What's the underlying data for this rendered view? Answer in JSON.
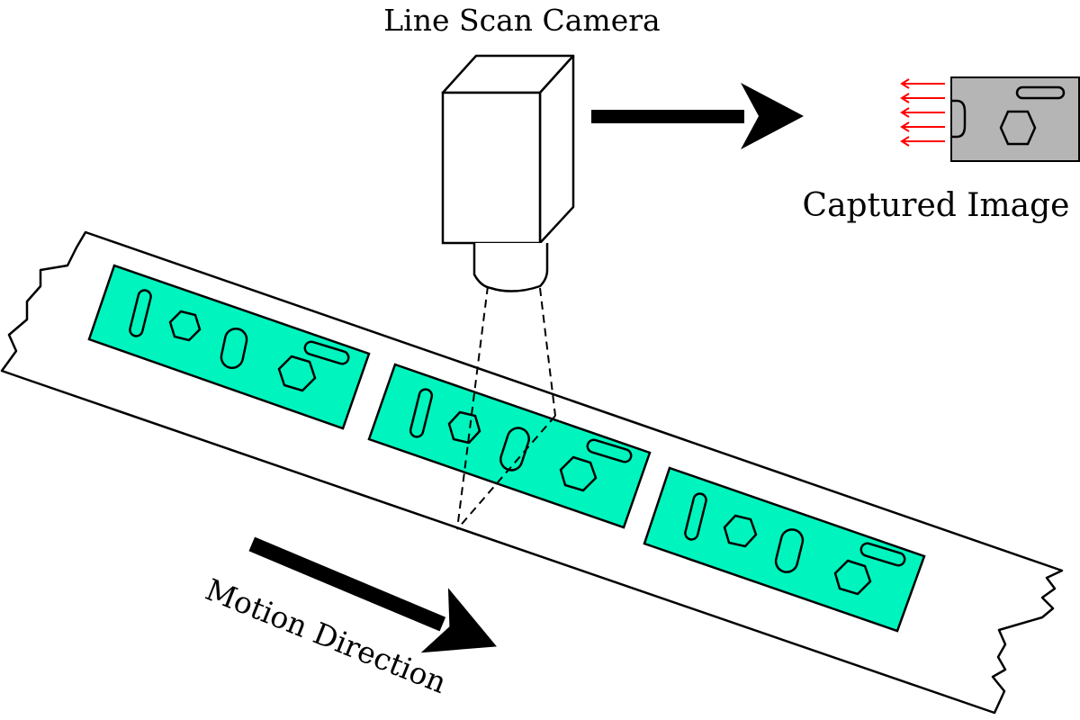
{
  "labels": {
    "camera": "Line Scan Camera",
    "captured": "Captured Image",
    "motion": "Motion Direction"
  },
  "colors": {
    "part_fill": "#00f5be",
    "captured_fill": "#b5b5b5",
    "scan_arrows": "#ff0000",
    "ink": "#000000",
    "background": "#ffffff"
  },
  "parts": [
    {
      "name": "part-1",
      "features": [
        "slot-vertical",
        "hexagon",
        "slot-vertical",
        "slot-horizontal",
        "hexagon"
      ]
    },
    {
      "name": "part-2",
      "features": [
        "slot-vertical",
        "hexagon",
        "slot-vertical",
        "slot-horizontal",
        "hexagon"
      ]
    },
    {
      "name": "part-3",
      "features": [
        "slot-vertical",
        "hexagon",
        "slot-vertical",
        "slot-horizontal",
        "hexagon"
      ]
    }
  ],
  "icons": {
    "camera": "camera-icon",
    "output_arrow": "arrow-right-icon",
    "motion_arrow": "arrow-down-right-icon",
    "scan_arrows": "arrow-left-icon"
  }
}
